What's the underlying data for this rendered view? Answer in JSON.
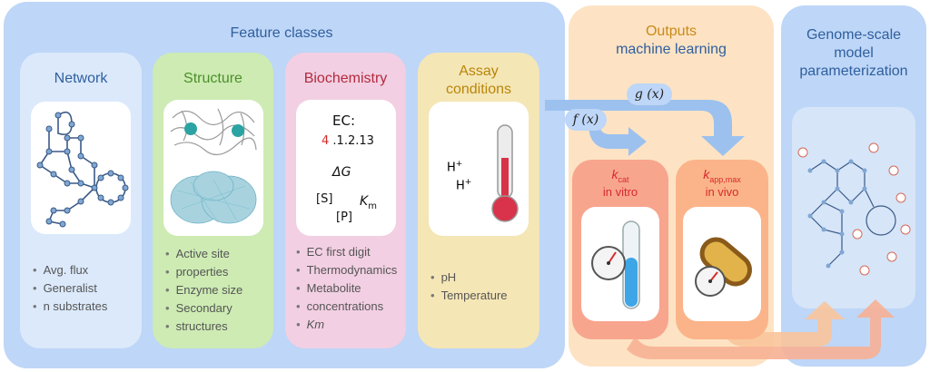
{
  "feature_panel": {
    "title": "Feature classes",
    "cards": [
      {
        "title": "Network",
        "bullets": [
          "Avg. flux",
          "Generalist",
          "n substrates"
        ]
      },
      {
        "title": "Structure",
        "bullets": [
          "Active site",
          "properties",
          "Enzyme size",
          "Secondary",
          "structures"
        ]
      },
      {
        "title": "Biochemistry",
        "bullets": [
          "EC first digit",
          "Thermodynamics",
          "Metabolite",
          "concentrations",
          "Km"
        ]
      },
      {
        "title": "Assay conditions",
        "title_lines": [
          "Assay",
          "conditions"
        ],
        "bullets": [
          "pH",
          "Temperature"
        ]
      }
    ]
  },
  "biochem_box": {
    "ec_label": "EC:",
    "ec_first": "4",
    "ec_rest": ".1.2.13",
    "delta_g": "ΔG",
    "substrate": "[S]",
    "product": "[P]",
    "km_base": "K",
    "km_sub": "m"
  },
  "assay_box": {
    "ion1": "H",
    "ion2": "H",
    "plus": "+"
  },
  "outputs_panel": {
    "title_line1": "Outputs",
    "title_line2": "machine learning",
    "f_label": "f (x)",
    "g_label": "g (x)",
    "kcat_base": "k",
    "kcat_sub": "cat",
    "kcat_desc": "in vitro",
    "kapp_base": "k",
    "kapp_sub": "app,max",
    "kapp_desc": "in vivo"
  },
  "genome_panel": {
    "title_lines": [
      "Genome-scale",
      "model",
      "parameterization"
    ]
  },
  "colors": {
    "feature_bg": "#bed6f7",
    "network": "#dbe9fb",
    "structure": "#cdebb3",
    "biochemistry": "#f2cfe3",
    "assay": "#f5e6b6",
    "outputs_bg": "#fde3c4",
    "kcat_card": "#f8a58e",
    "kapp_card": "#fbb489",
    "genome_bg": "#bed6f7",
    "title_blue": "#2f5f9e",
    "title_green": "#4c8f2a",
    "title_red": "#b22a3e",
    "title_gold": "#b8860b",
    "output_red": "#d62b2b"
  }
}
